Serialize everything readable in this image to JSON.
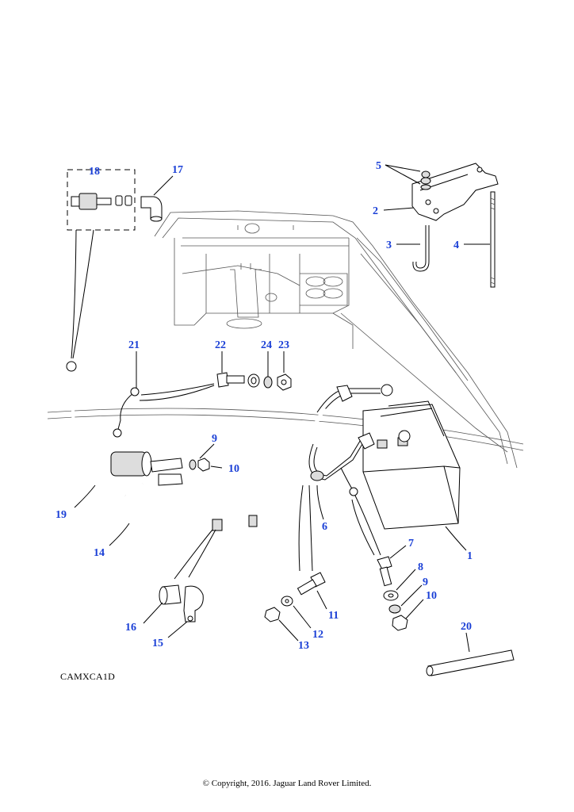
{
  "diagram": {
    "reference_code": "CAMXCA1D",
    "copyright": "© Copyright, 2016. Jaguar Land Rover Limited.",
    "callouts": [
      {
        "id": "c1",
        "label": "1"
      },
      {
        "id": "c2",
        "label": "2"
      },
      {
        "id": "c3",
        "label": "3"
      },
      {
        "id": "c4",
        "label": "4"
      },
      {
        "id": "c5",
        "label": "5"
      },
      {
        "id": "c6",
        "label": "6"
      },
      {
        "id": "c7",
        "label": "7"
      },
      {
        "id": "c8",
        "label": "8"
      },
      {
        "id": "c9a",
        "label": "9"
      },
      {
        "id": "c9b",
        "label": "9"
      },
      {
        "id": "c10a",
        "label": "10"
      },
      {
        "id": "c10b",
        "label": "10"
      },
      {
        "id": "c11",
        "label": "11"
      },
      {
        "id": "c12",
        "label": "12"
      },
      {
        "id": "c13",
        "label": "13"
      },
      {
        "id": "c14",
        "label": "14"
      },
      {
        "id": "c15",
        "label": "15"
      },
      {
        "id": "c16",
        "label": "16"
      },
      {
        "id": "c17",
        "label": "17"
      },
      {
        "id": "c18",
        "label": "18"
      },
      {
        "id": "c19",
        "label": "19"
      },
      {
        "id": "c20",
        "label": "20"
      },
      {
        "id": "c21",
        "label": "21"
      },
      {
        "id": "c22",
        "label": "22"
      },
      {
        "id": "c23",
        "label": "23"
      },
      {
        "id": "c24",
        "label": "24"
      }
    ]
  }
}
